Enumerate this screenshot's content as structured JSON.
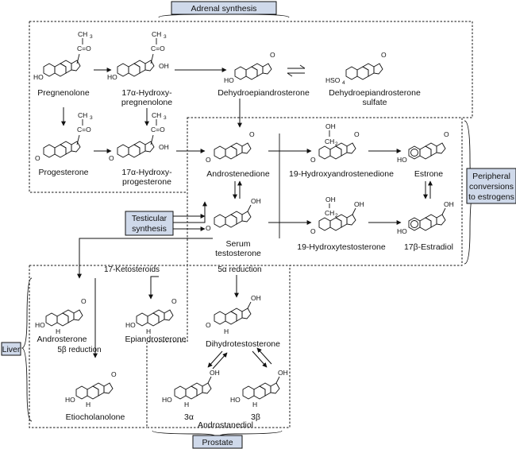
{
  "regions": {
    "adrenal": "Adrenal synthesis",
    "peripheral_line1": "Peripheral",
    "peripheral_line2": "conversions",
    "peripheral_line3": "to estrogens",
    "testicular_line1": "Testicular",
    "testicular_line2": "synthesis",
    "liver": "Liver",
    "prostate": "Prostate"
  },
  "compounds": {
    "pregnenolone": "Pregnenolone",
    "oh17_preg_1": "17α-Hydroxy-",
    "oh17_preg_2": "pregnenolone",
    "dhea": "Dehydroepiandrosterone",
    "dheas_1": "Dehydroepiandrosterone",
    "dheas_2": "sulfate",
    "progesterone": "Progesterone",
    "oh17_prog_1": "17α-Hydroxy-",
    "oh17_prog_2": "progesterone",
    "androstenedione": "Androstenedione",
    "oh19_andro": "19-Hydroxyandrostenedione",
    "estrone": "Estrone",
    "serum_t_1": "Serum",
    "serum_t_2": "testosterone",
    "oh19_testo": "19-Hydroxytestosterone",
    "estradiol": "17β-Estradiol",
    "androsterone": "Androsterone",
    "epiandrosterone": "Epiandrosterone",
    "dht": "Dihydrotestosterone",
    "etiocholanolone": "Etiocholanolone",
    "androstanediol": "Androstanediol",
    "alpha3": "3α",
    "beta3": "3β"
  },
  "pathways": {
    "ketosteroids": "17-Ketosteroids",
    "five_alpha": "5α reduction",
    "five_beta": "5β reduction"
  },
  "atoms": {
    "ch3": "CH",
    "c_o": "C=O",
    "oh": "OH",
    "ho": "HO",
    "o": "O",
    "h": "H",
    "hso4": "HSO",
    "ch2": "CH",
    "sub2": "2",
    "sub3": "3",
    "sub4": "4"
  }
}
